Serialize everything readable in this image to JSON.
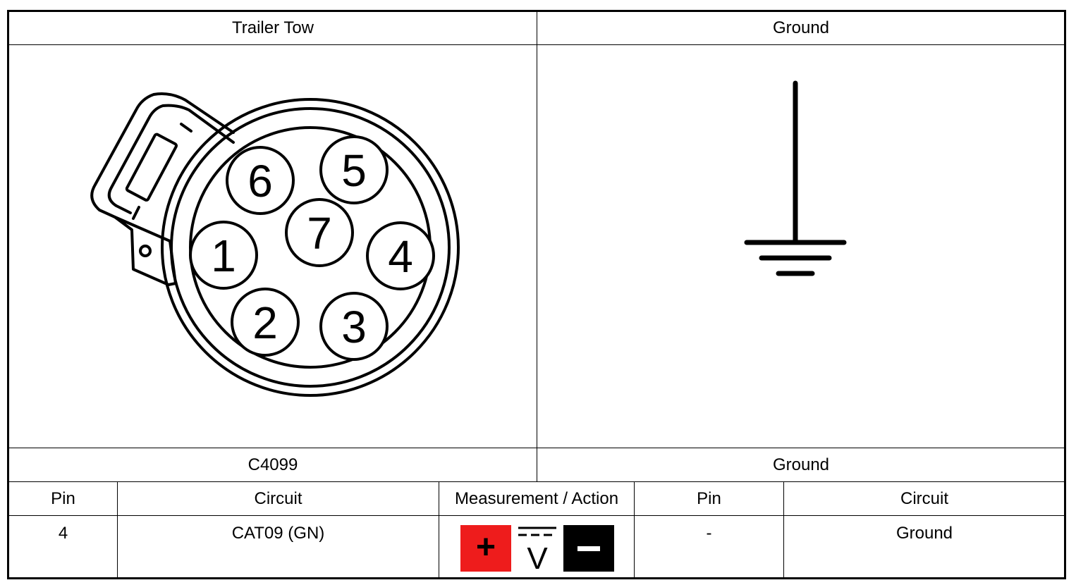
{
  "header": {
    "left_title": "Trailer Tow",
    "right_title": "Ground"
  },
  "connector": {
    "pins": [
      "1",
      "2",
      "3",
      "4",
      "5",
      "6",
      "7"
    ],
    "id_label": "C4099"
  },
  "ground_label": "Ground",
  "table": {
    "columns": [
      "Pin",
      "Circuit",
      "Measurement / Action",
      "Pin",
      "Circuit"
    ],
    "row": {
      "pin": "4",
      "circuit": "CAT09 (GN)",
      "ground_pin": "-",
      "ground_circuit": "Ground"
    }
  },
  "meter": {
    "plus_symbol": "+",
    "voltage_symbol": "V",
    "plus_color": "#ee1c1c",
    "minus_color": "#000000"
  }
}
